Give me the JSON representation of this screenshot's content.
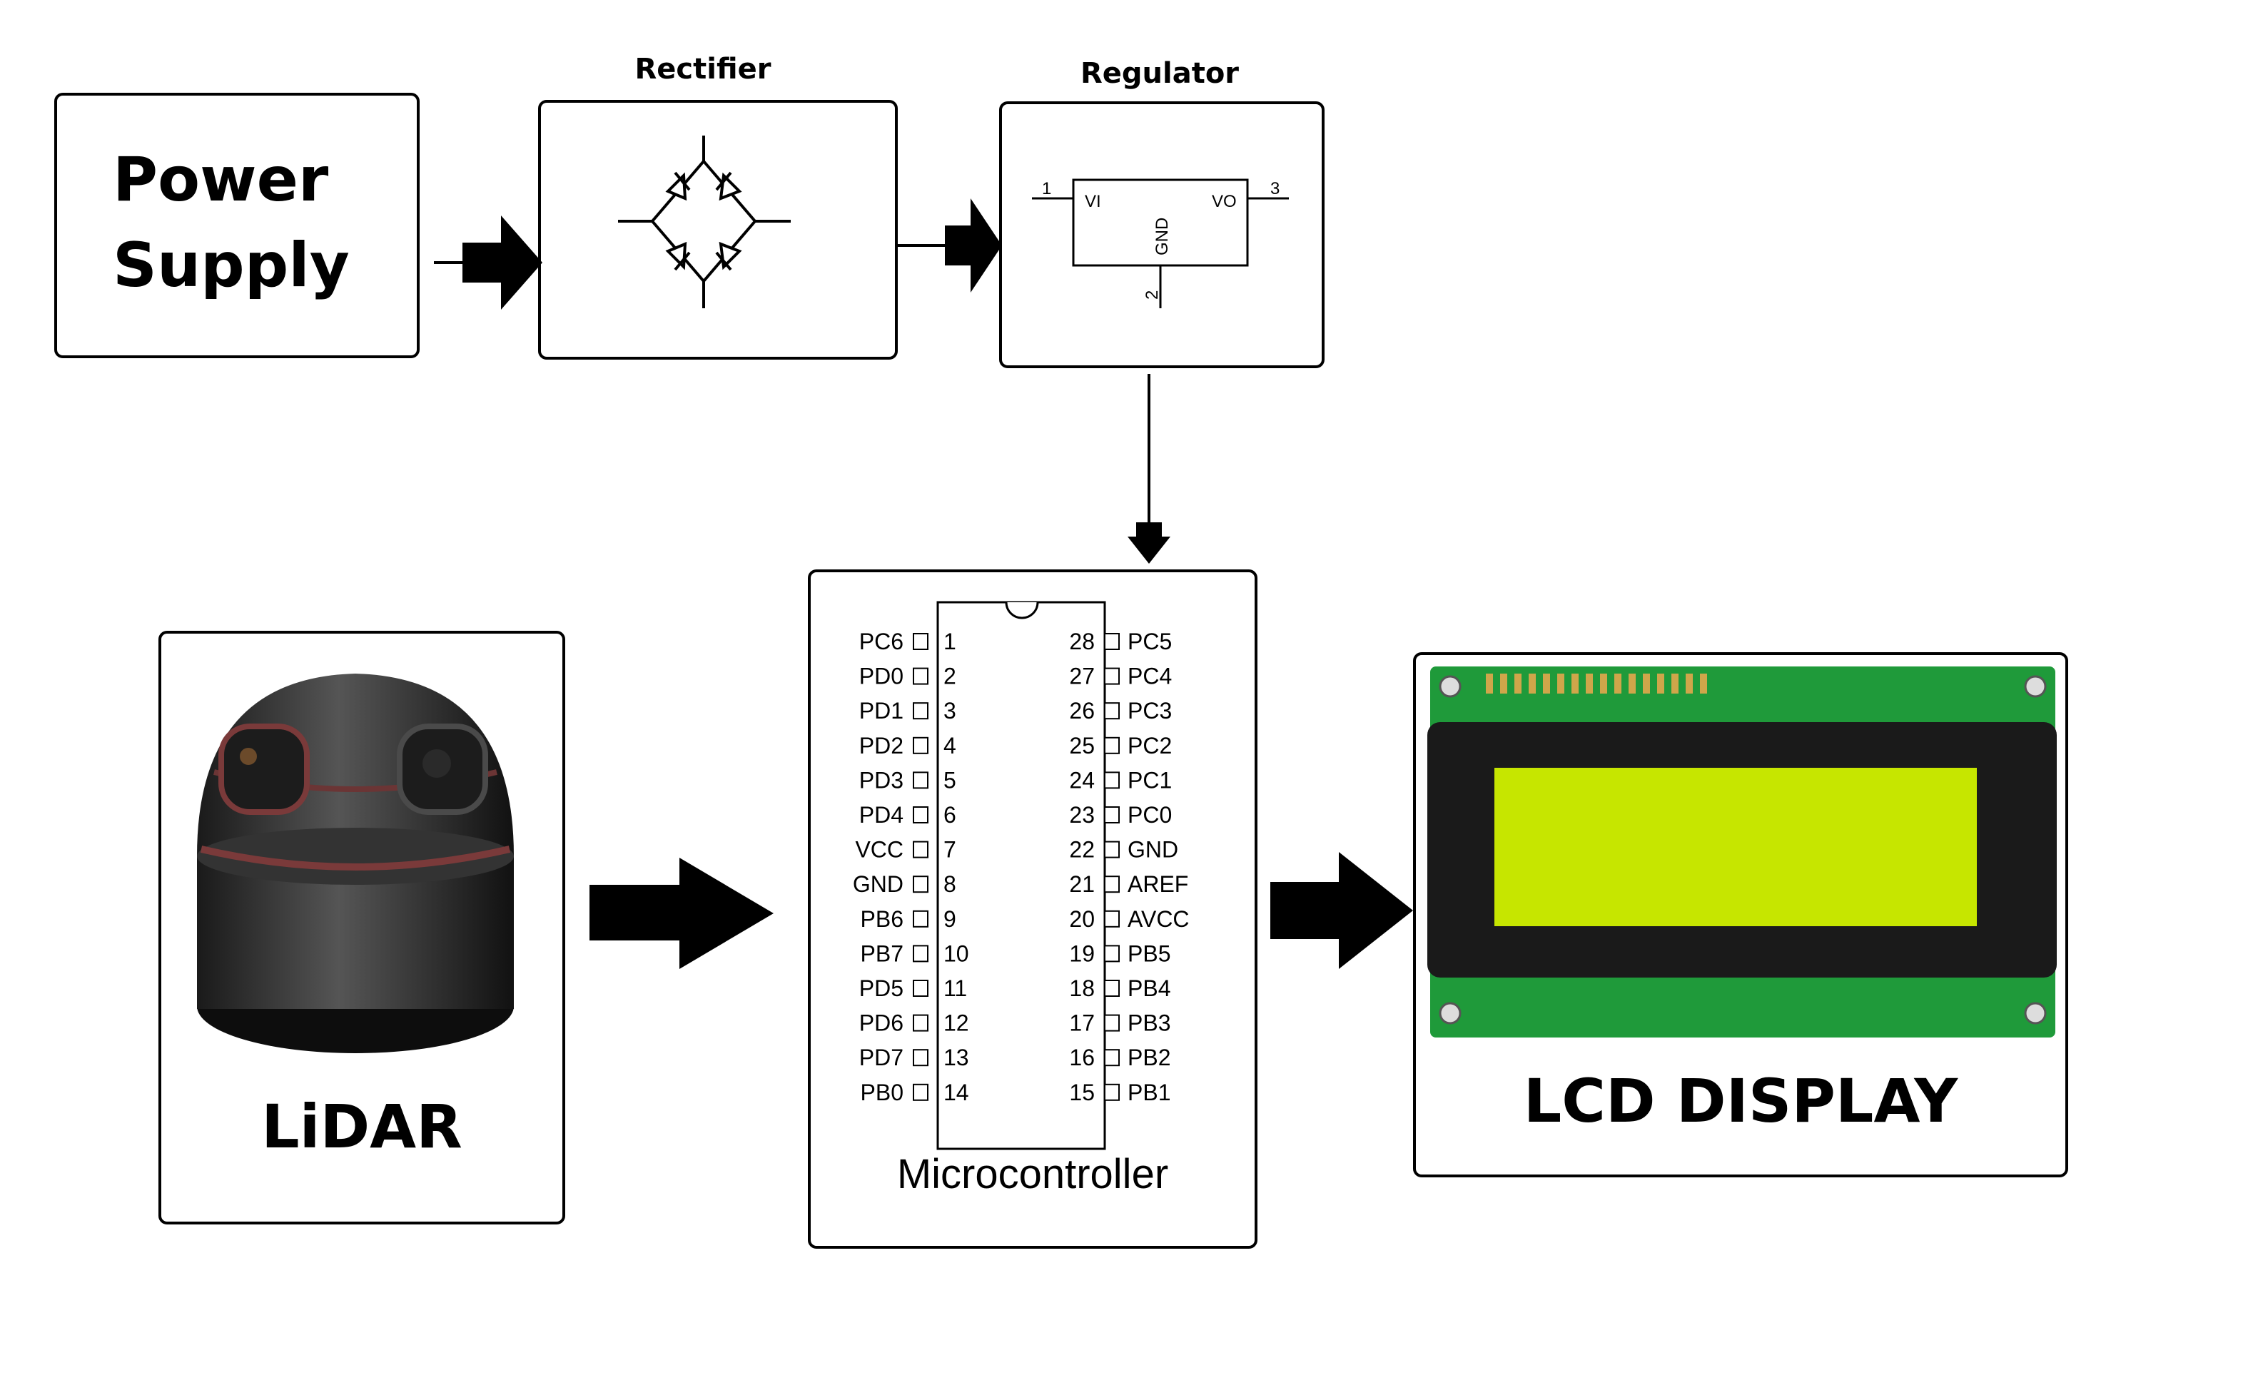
{
  "power_supply": {
    "line1": "Power",
    "line2": "Supply"
  },
  "rectifier": {
    "title": "Rectifier"
  },
  "regulator": {
    "title": "Regulator",
    "pin1": "1",
    "pin2": "2",
    "pin3": "3",
    "vi": "VI",
    "vo": "VO",
    "gnd": "GND"
  },
  "lidar": {
    "label": "LiDAR"
  },
  "microcontroller": {
    "label": "Microcontroller",
    "left_pins": [
      {
        "name": "PC6",
        "num": "1"
      },
      {
        "name": "PD0",
        "num": "2"
      },
      {
        "name": "PD1",
        "num": "3"
      },
      {
        "name": "PD2",
        "num": "4"
      },
      {
        "name": "PD3",
        "num": "5"
      },
      {
        "name": "PD4",
        "num": "6"
      },
      {
        "name": "VCC",
        "num": "7"
      },
      {
        "name": "GND",
        "num": "8"
      },
      {
        "name": "PB6",
        "num": "9"
      },
      {
        "name": "PB7",
        "num": "10"
      },
      {
        "name": "PD5",
        "num": "11"
      },
      {
        "name": "PD6",
        "num": "12"
      },
      {
        "name": "PD7",
        "num": "13"
      },
      {
        "name": "PB0",
        "num": "14"
      }
    ],
    "right_pins": [
      {
        "name": "PC5",
        "num": "28"
      },
      {
        "name": "PC4",
        "num": "27"
      },
      {
        "name": "PC3",
        "num": "26"
      },
      {
        "name": "PC2",
        "num": "25"
      },
      {
        "name": "PC1",
        "num": "24"
      },
      {
        "name": "PC0",
        "num": "23"
      },
      {
        "name": "GND",
        "num": "22"
      },
      {
        "name": "AREF",
        "num": "21"
      },
      {
        "name": "AVCC",
        "num": "20"
      },
      {
        "name": "PB5",
        "num": "19"
      },
      {
        "name": "PB4",
        "num": "18"
      },
      {
        "name": "PB3",
        "num": "17"
      },
      {
        "name": "PB2",
        "num": "16"
      },
      {
        "name": "PB1",
        "num": "15"
      }
    ]
  },
  "lcd": {
    "label": "LCD DISPLAY",
    "screen_color": "#c6e600",
    "pcb_color": "#1f9a3a"
  }
}
